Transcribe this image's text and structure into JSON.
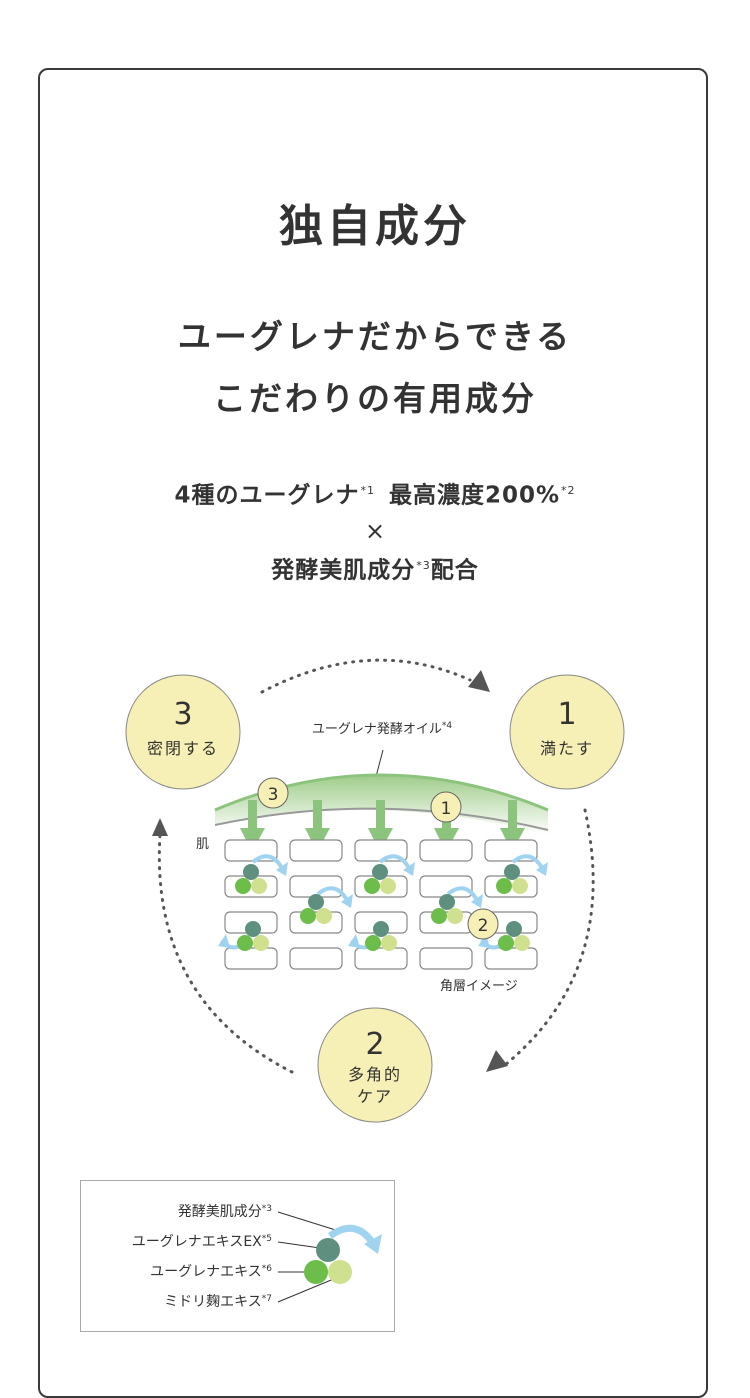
{
  "heading": {
    "title": "独自成分",
    "subtitle_line1": "ユーグレナだからできる",
    "subtitle_line2": "こだわりの有用成分"
  },
  "features": {
    "line1_a": "4種のユーグレナ",
    "line1_a_note": "*1",
    "line1_b": "最高濃度200%",
    "line1_b_note": "*2",
    "times": "×",
    "line3_a": "発酵美肌成分",
    "line3_a_note": "*3",
    "line3_b": "配合"
  },
  "diagram": {
    "oil_label": "ユーグレナ発酵オイル",
    "oil_note": "*4",
    "skin_label": "肌",
    "stratum_label": "角層イメージ",
    "steps": [
      {
        "number": "1",
        "label": "満たす"
      },
      {
        "number": "2",
        "label_line1": "多角的",
        "label_line2": "ケア"
      },
      {
        "number": "3",
        "label": "密閉する"
      }
    ],
    "colors": {
      "circle_fill": "#f7f0b6",
      "oil_green": "#9fcc8a",
      "arrow_green": "#8cc47e",
      "cycle_arrow": "#9fd3f0",
      "dark_ball": "#5f8f7f",
      "green_ball": "#6cbd4a",
      "light_ball": "#cfe08e"
    }
  },
  "legend": {
    "items": [
      {
        "label": "発酵美肌成分",
        "note": "*3"
      },
      {
        "label": "ユーグレナエキスEX",
        "note": "*5"
      },
      {
        "label": "ユーグレナエキス",
        "note": "*6"
      },
      {
        "label": "ミドリ麹エキス",
        "note": "*7"
      }
    ]
  }
}
